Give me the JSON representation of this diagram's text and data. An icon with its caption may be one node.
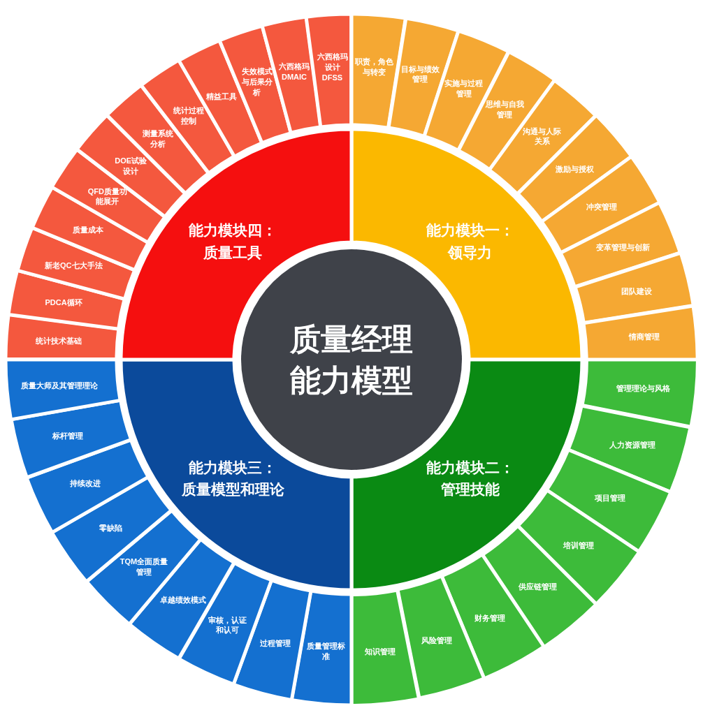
{
  "diagram": {
    "nodes": [
      {
        "text": [
          "质量经理能力模型"
        ]
      },
      {
        "text": [
          "能力模块一：",
          "领导力"
        ]
      },
      {
        "text": [
          "能力模块二：",
          "管理技能"
        ]
      },
      {
        "text": [
          "能力模块三：",
          "质量模型和理论"
        ]
      },
      {
        "text": [
          "能力模块四：",
          "质量工具"
        ]
      },
      {
        "text": [
          "职责，角色与转变"
        ]
      },
      {
        "text": [
          "目标与绩效管理"
        ]
      },
      {
        "text": [
          "实施与过程管理"
        ]
      },
      {
        "text": [
          "思维与自我管理"
        ]
      },
      {
        "text": [
          "沟通与人际关系"
        ]
      },
      {
        "text": [
          "激励与授权"
        ]
      },
      {
        "text": [
          "冲突管理"
        ]
      },
      {
        "text": [
          "变革管理与创新"
        ]
      },
      {
        "text": [
          "团队建设"
        ]
      },
      {
        "text": [
          "情商管理"
        ]
      },
      {
        "text": [
          "管理理论与风格"
        ]
      },
      {
        "text": [
          "人力资源管理"
        ]
      },
      {
        "text": [
          "项目管理"
        ]
      },
      {
        "text": [
          "培训管理"
        ]
      },
      {
        "text": [
          "供应链管理"
        ]
      },
      {
        "text": [
          "财务管理"
        ]
      },
      {
        "text": [
          "风险管理"
        ]
      },
      {
        "text": [
          "知识管理"
        ]
      },
      {
        "text": [
          "质量管理标准"
        ]
      },
      {
        "text": [
          "过程管理"
        ]
      },
      {
        "text": [
          "审核，认证和认可"
        ]
      },
      {
        "text": [
          "卓越绩效模式"
        ]
      },
      {
        "text": [
          "TQM全面质量管理"
        ]
      },
      {
        "text": [
          "零缺陷"
        ]
      },
      {
        "text": [
          "持续改进"
        ]
      },
      {
        "text": [
          "标杆管理"
        ]
      },
      {
        "text": [
          "质量大师及其管理理论"
        ]
      },
      {
        "text": [
          "统计技术基础"
        ]
      },
      {
        "text": [
          "PDCA循环"
        ]
      },
      {
        "text": [
          "新老QC七大手法"
        ]
      },
      {
        "text": [
          "质量成本"
        ]
      },
      {
        "text": [
          "QFD质量功能展开"
        ]
      },
      {
        "text": [
          "DOE试验设计"
        ]
      },
      {
        "text": [
          "测量系统分析"
        ]
      },
      {
        "text": [
          "统计过程控制"
        ]
      },
      {
        "text": [
          "精益工具"
        ]
      },
      {
        "text": [
          "失效模式与后果分析"
        ]
      },
      {
        "text": [
          "六西格玛DMAIC"
        ]
      },
      {
        "text": [
          "六西格玛设计DFSS"
        ]
      }
    ]
  }
}
